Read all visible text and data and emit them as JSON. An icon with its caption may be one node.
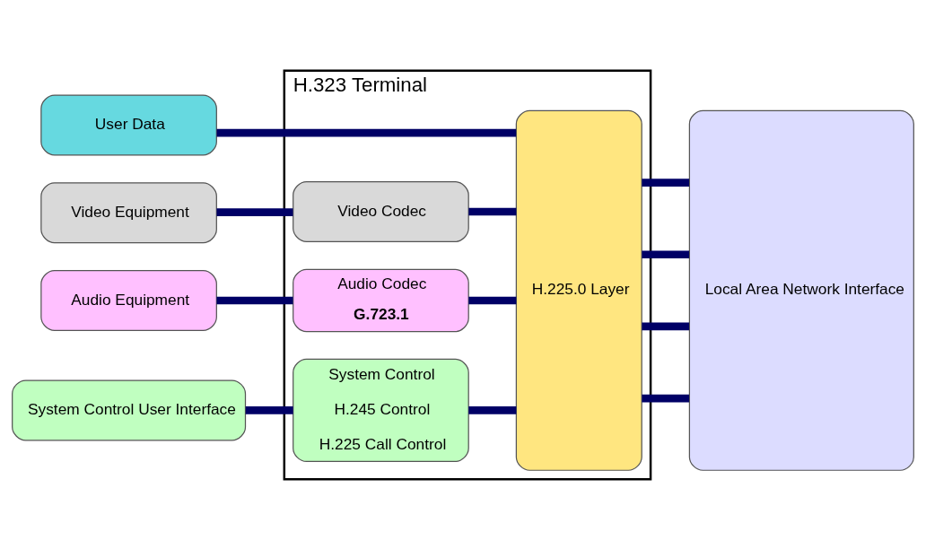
{
  "diagram": {
    "nodes": [
      {
        "text": [
          "H.323 Terminal"
        ]
      },
      {
        "text": [
          "Video Equipment"
        ]
      },
      {
        "text": [
          "Audio Equipment"
        ]
      },
      {
        "text": [
          "User Data"
        ]
      },
      {
        "text": [
          "System Control User Interface"
        ]
      },
      {
        "text": [
          "Video Codec"
        ],
        "in": 0
      },
      {
        "text": [
          "Audio Codec",
          "G.723.1"
        ],
        "in": 0
      },
      {
        "text": [
          "System Control",
          "H.245 Control",
          "H.225 Call Control"
        ],
        "in": 0
      },
      {
        "text": [
          "H.225.0 Layer"
        ],
        "in": 0
      },
      {
        "text": [
          "Local Area Network Interface"
        ]
      }
    ],
    "edges": [
      {
        "from": 1,
        "to": 5,
        "arrow": "none"
      },
      {
        "from": 5,
        "to": 8,
        "arrow": "none"
      },
      {
        "from": 2,
        "to": 6,
        "arrow": "none"
      },
      {
        "from": 6,
        "to": 8,
        "arrow": "none"
      },
      {
        "from": 3,
        "to": 8,
        "arrow": "none"
      },
      {
        "from": 4,
        "to": 7,
        "arrow": "none"
      },
      {
        "from": 7,
        "to": 8,
        "arrow": "none"
      },
      {
        "from": 8,
        "to": 9,
        "arrow": "none"
      },
      {
        "from": 8,
        "to": 9,
        "arrow": "none"
      },
      {
        "from": 8,
        "to": 9,
        "arrow": "none"
      },
      {
        "from": 8,
        "to": 9,
        "arrow": "none"
      }
    ]
  }
}
